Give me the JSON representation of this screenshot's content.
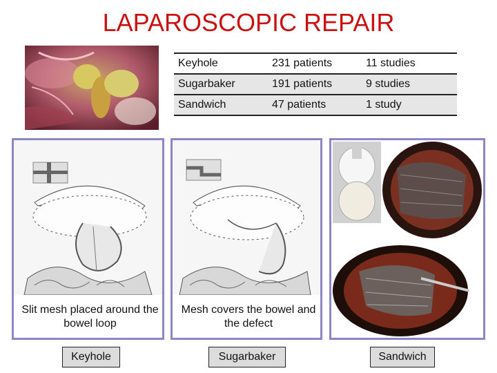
{
  "title": "LAPAROSCOPIC REPAIR",
  "table": {
    "rows": [
      {
        "technique": "Keyhole",
        "patients": "231 patients",
        "studies": "11 studies"
      },
      {
        "technique": "Sugarbaker",
        "patients": "191 patients",
        "studies": "9 studies"
      },
      {
        "technique": "Sandwich",
        "patients": "47 patients",
        "studies": "1 study"
      }
    ]
  },
  "captions": {
    "keyhole": "Slit mesh placed around the bowel loop",
    "sugarbaker": "Mesh covers the bowel and the defect"
  },
  "buttons": {
    "keyhole": "Keyhole",
    "sugarbaker": "Sugarbaker",
    "sandwich": "Sandwich"
  },
  "colors": {
    "title": "#cc1111",
    "panel_border": "#8c86c8"
  }
}
